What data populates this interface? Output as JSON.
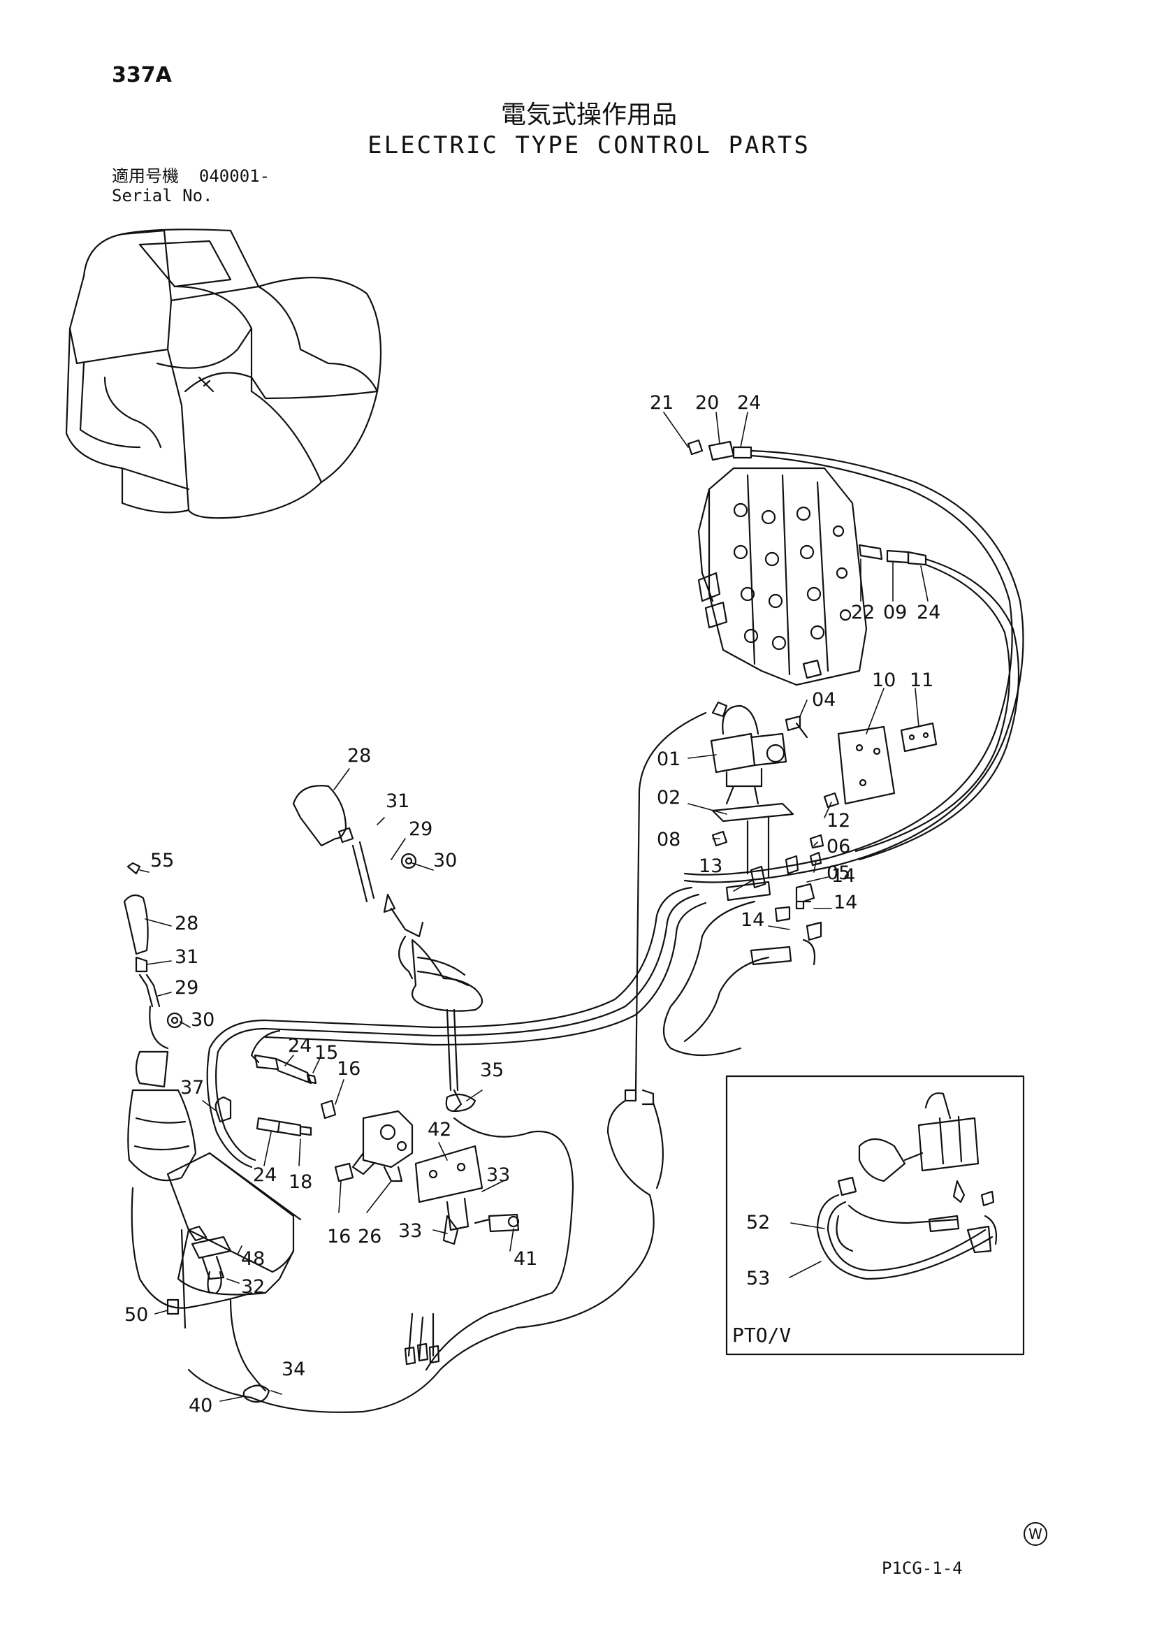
{
  "header": {
    "page_number": "337A",
    "title_jp": "電気式操作用品",
    "title_en": "ELECTRIC TYPE CONTROL PARTS",
    "serial_label_jp": "適用号機",
    "serial_value": "040001-",
    "serial_label_en": "Serial No."
  },
  "callouts": {
    "c21": "21",
    "c20": "20",
    "c24a": "24",
    "c22": "22",
    "c09": "09",
    "c24b": "24",
    "c04": "04",
    "c10": "10",
    "c11": "11",
    "c01": "01",
    "c02": "02",
    "c12": "12",
    "c08": "08",
    "c06": "06",
    "c05": "05",
    "c13": "13",
    "c14a": "14",
    "c14b": "14",
    "c14c": "14",
    "c28a": "28",
    "c31a": "31",
    "c29a": "29",
    "c30a": "30",
    "c55": "55",
    "c28b": "28",
    "c31b": "31",
    "c29b": "29",
    "c30b": "30",
    "c24c": "24",
    "c15": "15",
    "c16a": "16",
    "c35": "35",
    "c37": "37",
    "c24d": "24",
    "c18": "18",
    "c42": "42",
    "c16b": "16",
    "c26": "26",
    "c33a": "33",
    "c33b": "33",
    "c41": "41",
    "c48": "48",
    "c32": "32",
    "c50": "50",
    "c34": "34",
    "c40": "40",
    "c52": "52",
    "c53": "53"
  },
  "inset": {
    "label": "PTO/V"
  },
  "footer": {
    "mark": "W",
    "drawing_code": "P1CG-1-4"
  }
}
